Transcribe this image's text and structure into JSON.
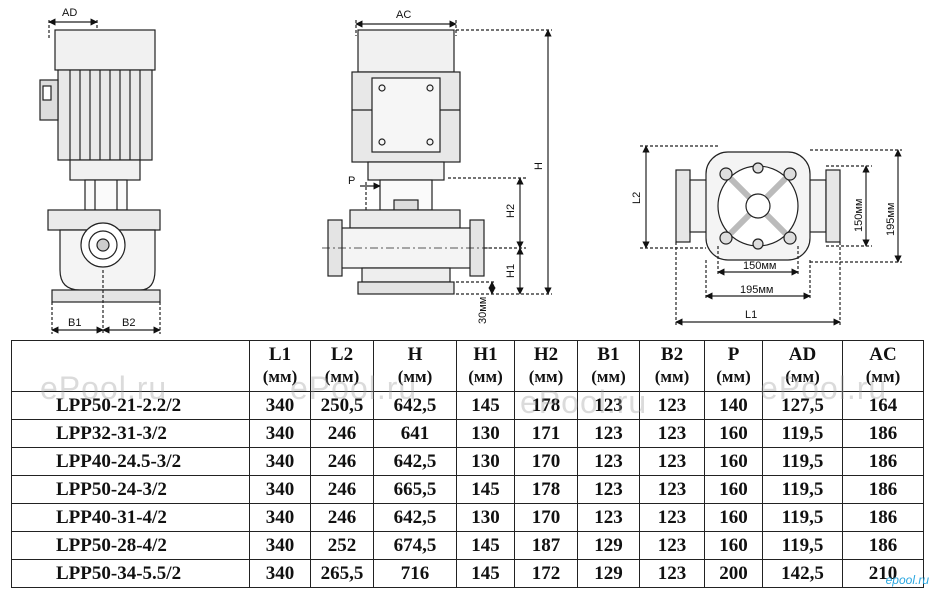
{
  "drawings": {
    "front_view": {
      "ad_label": "AD",
      "b1_label": "B1",
      "b2_label": "B2"
    },
    "side_view": {
      "ac_label": "AC",
      "h_label": "H",
      "p_label": "P",
      "h2_label": "H2",
      "h1_label": "H1",
      "thirty_label": "30мм"
    },
    "top_view": {
      "l2_label": "L2",
      "l1_label": "L1",
      "d150h_label": "150мм",
      "d195h_label": "195мм",
      "d150v_label": "150мм",
      "d195v_label": "195мм"
    }
  },
  "table": {
    "headers": [
      {
        "label": "",
        "unit": ""
      },
      {
        "label": "L1",
        "unit": "(мм)"
      },
      {
        "label": "L2",
        "unit": "(мм)"
      },
      {
        "label": "H",
        "unit": "(мм)"
      },
      {
        "label": "H1",
        "unit": "(мм)"
      },
      {
        "label": "H2",
        "unit": "(мм)"
      },
      {
        "label": "B1",
        "unit": "(мм)"
      },
      {
        "label": "B2",
        "unit": "(мм)"
      },
      {
        "label": "P",
        "unit": "(мм)"
      },
      {
        "label": "AD",
        "unit": "(мм)"
      },
      {
        "label": "AC",
        "unit": "(мм)"
      }
    ],
    "rows": [
      [
        "LPP50-21-2.2/2",
        "340",
        "250,5",
        "642,5",
        "145",
        "178",
        "123",
        "123",
        "140",
        "127,5",
        "164"
      ],
      [
        "LPP32-31-3/2",
        "340",
        "246",
        "641",
        "130",
        "171",
        "123",
        "123",
        "160",
        "119,5",
        "186"
      ],
      [
        "LPP40-24.5-3/2",
        "340",
        "246",
        "642,5",
        "130",
        "170",
        "123",
        "123",
        "160",
        "119,5",
        "186"
      ],
      [
        "LPP50-24-3/2",
        "340",
        "246",
        "665,5",
        "145",
        "178",
        "123",
        "123",
        "160",
        "119,5",
        "186"
      ],
      [
        "LPP40-31-4/2",
        "340",
        "246",
        "642,5",
        "130",
        "170",
        "123",
        "123",
        "160",
        "119,5",
        "186"
      ],
      [
        "LPP50-28-4/2",
        "340",
        "252",
        "674,5",
        "145",
        "187",
        "129",
        "123",
        "160",
        "119,5",
        "186"
      ],
      [
        "LPP50-34-5.5/2",
        "340",
        "265,5",
        "716",
        "145",
        "172",
        "129",
        "123",
        "200",
        "142,5",
        "210"
      ]
    ]
  },
  "watermarks": [
    "ePool.ru",
    "ePool.ru",
    "ePool.ru",
    "ePool.ru"
  ],
  "watermark_small": "epool.ru"
}
